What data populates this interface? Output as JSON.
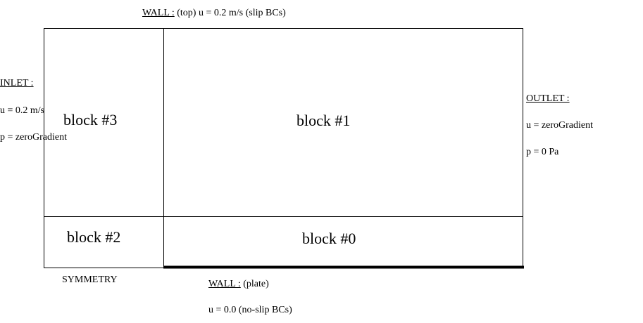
{
  "labels": {
    "wall_top_title": "WALL :",
    "wall_top_text": "(top) u = 0.2 m/s (slip BCs)",
    "inlet_title": "INLET :",
    "inlet_u": "u = 0.2 m/s",
    "inlet_p": "p = zeroGradient",
    "outlet_title": "OUTLET :",
    "outlet_u": "u = zeroGradient",
    "outlet_p": "p = 0 Pa",
    "symmetry": "SYMMETRY",
    "wall_bottom_title": "WALL :",
    "wall_bottom_text": "(plate)",
    "wall_bottom_u": "u = 0.0 (no-slip BCs)"
  },
  "blocks": {
    "b0": "block #0",
    "b1": "block #1",
    "b2": "block #2",
    "b3": "block #3"
  },
  "colors": {
    "line": "#000000",
    "background": "#ffffff"
  }
}
